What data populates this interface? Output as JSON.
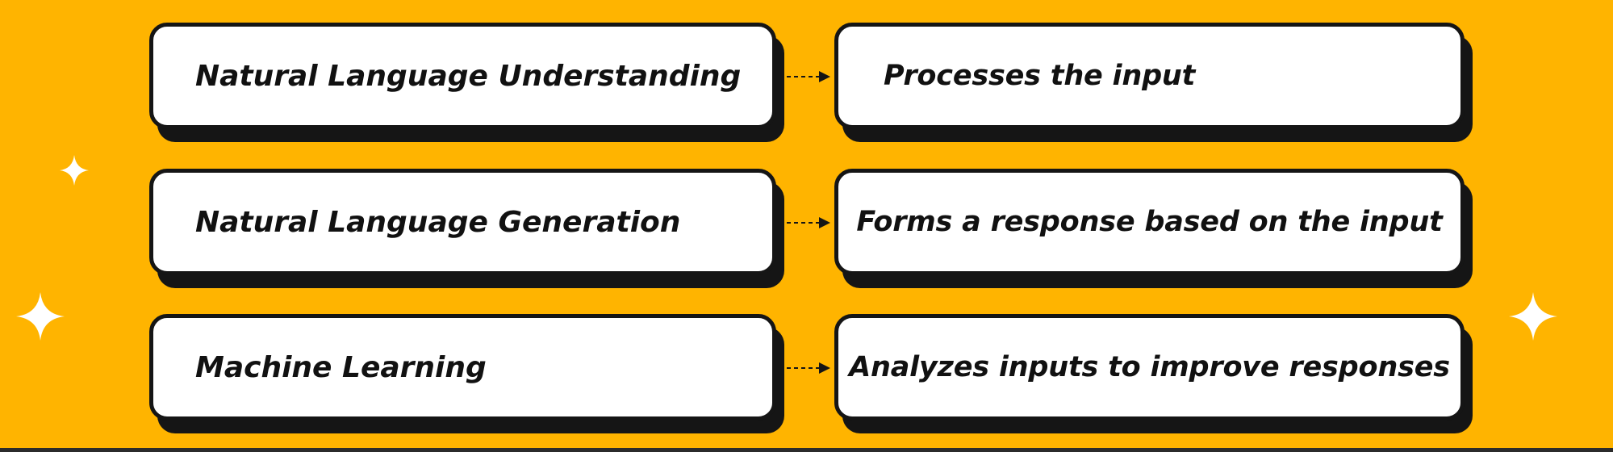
{
  "diagram": {
    "rows": [
      {
        "component": "Natural Language Understanding",
        "description": "Processes the input"
      },
      {
        "component": "Natural Language Generation",
        "description": "Forms a response based on the input"
      },
      {
        "component": "Machine Learning",
        "description": "Analyzes inputs to improve responses"
      }
    ]
  },
  "colors": {
    "background": "#FFB400",
    "card_fill": "#FFFFFF",
    "card_border": "#151515",
    "text": "#111111",
    "sparkle": "#FFFFFF"
  },
  "icons": [
    "sparkle-icon",
    "arrow-right-icon"
  ]
}
